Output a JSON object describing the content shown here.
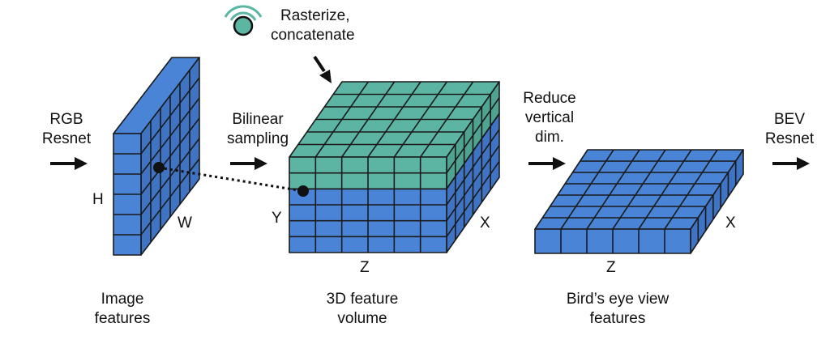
{
  "colors": {
    "blue": "#4a84d6",
    "blue_side": "#3f74c4",
    "teal": "#5cb5a3",
    "teal_side": "#4ea391",
    "line": "#1a1a1a",
    "icon_teal": "#5bb6a2"
  },
  "labels": {
    "rgb_resnet": [
      "RGB",
      "Resnet"
    ],
    "bilinear": [
      "Bilinear",
      "sampling"
    ],
    "rasterize": [
      "Rasterize,",
      "concatenate"
    ],
    "reduce": [
      "Reduce",
      "vertical",
      "dim."
    ],
    "bev_resnet": [
      "BEV",
      "Resnet"
    ],
    "h": "H",
    "w": "W",
    "y": "Y",
    "x1": "X",
    "z1": "Z",
    "x2": "X",
    "z2": "Z",
    "caption_image": [
      "Image",
      "features"
    ],
    "caption_volume": [
      "3D feature",
      "volume"
    ],
    "caption_bev": [
      "Bird’s eye view",
      "features"
    ]
  }
}
